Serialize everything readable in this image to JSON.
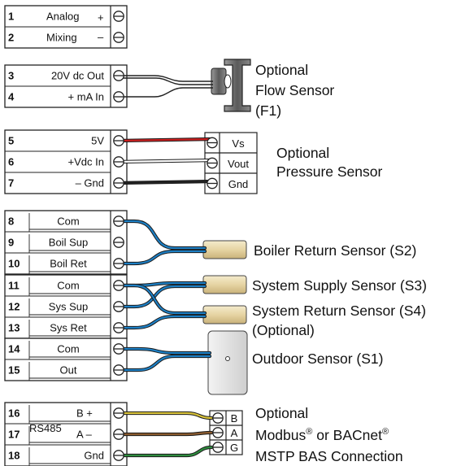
{
  "terminals": [
    {
      "num": "1",
      "label": "Analog"
    },
    {
      "num": "2",
      "label": "Mixing"
    },
    {
      "num": "3",
      "label": "20V dc Out"
    },
    {
      "num": "4",
      "label": "+ mA In"
    },
    {
      "num": "5",
      "label": "5V"
    },
    {
      "num": "6",
      "label": "+Vdc In"
    },
    {
      "num": "7",
      "label": "– Gnd"
    },
    {
      "num": "8",
      "label": "Com"
    },
    {
      "num": "9",
      "label": "Boil Sup"
    },
    {
      "num": "10",
      "label": "Boil Ret"
    },
    {
      "num": "11",
      "label": "Com"
    },
    {
      "num": "12",
      "label": "Sys Sup"
    },
    {
      "num": "13",
      "label": "Sys Ret"
    },
    {
      "num": "14",
      "label": "Com"
    },
    {
      "num": "15",
      "label": "Out"
    },
    {
      "num": "16",
      "label": "B +"
    },
    {
      "num": "17",
      "label": "A –"
    },
    {
      "num": "18",
      "label": "Gnd"
    }
  ],
  "signs": {
    "plus": "+",
    "minus": "–"
  },
  "rs485_label": "RS485",
  "flow_sensor": {
    "line1": "Optional",
    "line2": "Flow Sensor",
    "line3": "(F1)"
  },
  "pressure_sensor": {
    "line1": "Optional",
    "line2": "Pressure Sensor",
    "terminals": [
      "Vs",
      "Vout",
      "Gnd"
    ]
  },
  "boiler_return_sensor": "Boiler Return Sensor (S2)",
  "system_supply_sensor": "System Supply Sensor (S3)",
  "system_return_sensor": {
    "line1": "System Return Sensor (S4)",
    "line2": "(Optional)"
  },
  "outdoor_sensor": "Outdoor Sensor (S1)",
  "bas": {
    "line1": "Optional",
    "line2_prefix": "Modbus",
    "line2_mid": " or BACnet",
    "registered": "®",
    "line3": "MSTP BAS Connection",
    "terminals": [
      "B",
      "A",
      "G"
    ]
  },
  "colors": {
    "red": "#cc1f1f",
    "blue": "#1d7fc4",
    "yellow": "#d8c23a",
    "brown": "#8a5a2e",
    "green": "#2e8b3e",
    "black": "#222222"
  }
}
